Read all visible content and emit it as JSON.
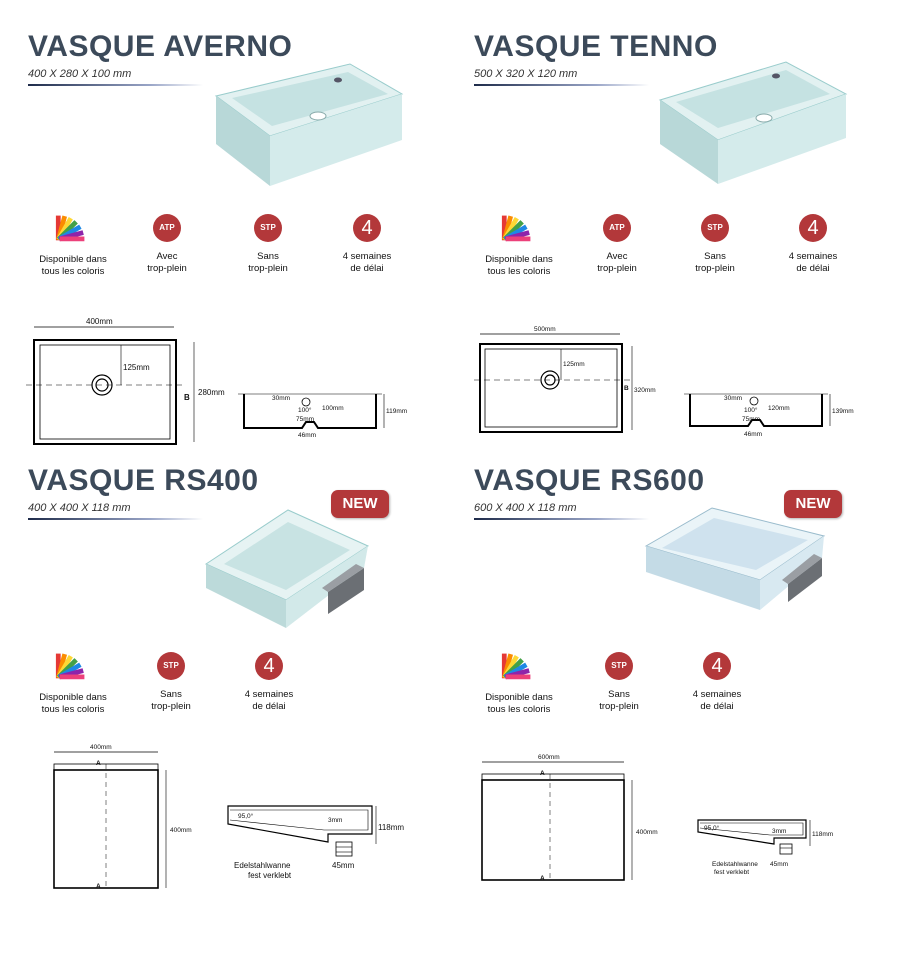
{
  "products": [
    {
      "name": "VASQUE AVERNO",
      "dims": "400 X 280 X 100 mm",
      "new": false,
      "features": [
        {
          "icon": "color-palette-icon",
          "label1": "Disponible dans",
          "label2": "tous les coloris"
        },
        {
          "icon": "ATP",
          "label1": "Avec",
          "label2": "trop-plein"
        },
        {
          "icon": "STP",
          "label1": "Sans",
          "label2": "trop-plein"
        },
        {
          "icon": "4",
          "label1": "4 semaines",
          "label2": "de délai"
        }
      ],
      "plan": {
        "width": "400mm",
        "offset": "125mm",
        "depth": "280mm",
        "marker": "B"
      },
      "section": {
        "drain": "30mm",
        "angle": "100°",
        "inner": "75mm",
        "depth_inner": "100mm",
        "height": "119mm",
        "outlet": "46mm"
      }
    },
    {
      "name": "VASQUE TENNO",
      "dims": "500 X 320 X 120 mm",
      "new": false,
      "features": [
        {
          "icon": "color-palette-icon",
          "label1": "Disponible dans",
          "label2": "tous les coloris"
        },
        {
          "icon": "ATP",
          "label1": "Avec",
          "label2": "trop-plein"
        },
        {
          "icon": "STP",
          "label1": "Sans",
          "label2": "trop-plein"
        },
        {
          "icon": "4",
          "label1": "4 semaines",
          "label2": "de délai"
        }
      ],
      "plan": {
        "width": "500mm",
        "offset": "125mm",
        "depth": "320mm",
        "marker": "B"
      },
      "section": {
        "drain": "30mm",
        "angle": "100°",
        "inner": "75mm",
        "depth_inner": "120mm",
        "height": "139mm",
        "outlet": "46mm"
      }
    },
    {
      "name": "VASQUE RS400",
      "dims": "400 X 400 X 118 mm",
      "new": true,
      "new_label": "NEW",
      "features": [
        {
          "icon": "color-palette-icon",
          "label1": "Disponible dans",
          "label2": "tous les coloris"
        },
        {
          "icon": "STP",
          "label1": "Sans",
          "label2": "trop-plein"
        },
        {
          "icon": "4",
          "label1": "4 semaines",
          "label2": "de délai"
        }
      ],
      "plan": {
        "width": "400mm",
        "depth": "400mm",
        "marker": "A"
      },
      "section": {
        "angle": "95,0°",
        "thickness": "3mm",
        "height": "118mm",
        "outlet": "45mm",
        "note1": "Edelstahlwanne",
        "note2": "fest verklebt"
      }
    },
    {
      "name": "VASQUE RS600",
      "dims": "600 X 400 X 118 mm",
      "new": true,
      "new_label": "NEW",
      "features": [
        {
          "icon": "color-palette-icon",
          "label1": "Disponible dans",
          "label2": "tous les coloris"
        },
        {
          "icon": "STP",
          "label1": "Sans",
          "label2": "trop-plein"
        },
        {
          "icon": "4",
          "label1": "4 semaines",
          "label2": "de délai"
        }
      ],
      "plan": {
        "width": "600mm",
        "depth": "400mm",
        "marker": "A"
      },
      "section": {
        "angle": "95,0°",
        "thickness": "3mm",
        "height": "118mm",
        "outlet": "45mm",
        "note1": "Edelstahlwanne",
        "note2": "fest verklebt"
      }
    }
  ],
  "colors": {
    "title": "#3c4a5a",
    "badge": "#b3383a",
    "basin": "#cfe6e6"
  }
}
